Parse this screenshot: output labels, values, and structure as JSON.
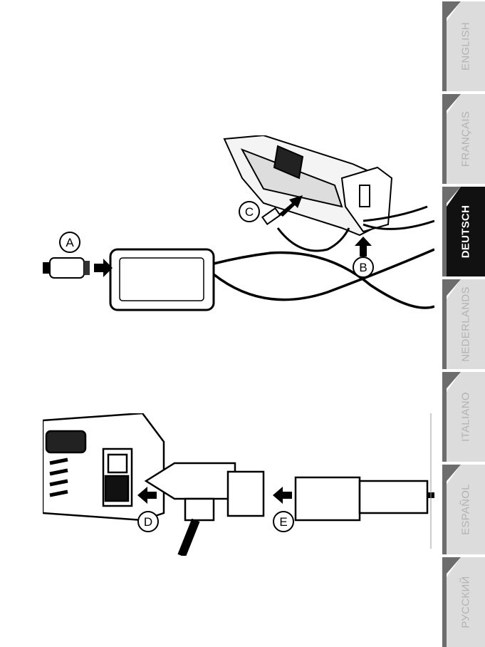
{
  "language_tabs": [
    {
      "label": "ENGLISH",
      "active": false
    },
    {
      "label": "FRANÇAIS",
      "active": false
    },
    {
      "label": "DEUTSCH",
      "active": true
    },
    {
      "label": "NEDERLANDS",
      "active": false
    },
    {
      "label": "ITALIANO",
      "active": false
    },
    {
      "label": "ESPAÑOL",
      "active": false
    },
    {
      "label": "РУССКИЙ",
      "active": false
    }
  ],
  "figure1": {
    "callouts": {
      "a": "A",
      "b": "B",
      "c": "C"
    }
  },
  "figure2": {
    "callouts": {
      "d": "D",
      "e": "E"
    }
  }
}
